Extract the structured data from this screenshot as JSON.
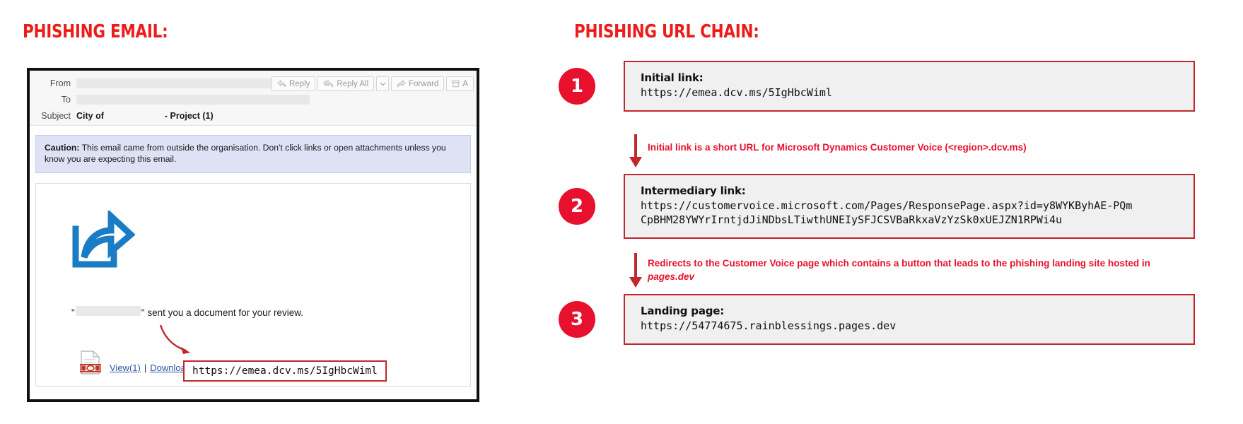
{
  "headings": {
    "left": "PHISHING EMAIL:",
    "right": "PHISHING URL CHAIN:"
  },
  "email": {
    "fields": {
      "from_label": "From",
      "to_label": "To",
      "subject_label": "Subject",
      "subject_prefix": "City of",
      "subject_suffix": "- Project (1)"
    },
    "toolbar": {
      "reply": "Reply",
      "reply_all": "Reply All",
      "forward": "Forward",
      "more": "A"
    },
    "caution": {
      "prefix": "Caution:",
      "text": " This email came from outside the organisation. Don't click links or open attachments unless you know you are expecting this email."
    },
    "body": {
      "sent_text_open": "\"",
      "sent_text": "\" sent you a document for your review.",
      "view_link": "View(1)",
      "separator": "|",
      "download_link": "Download(2)"
    },
    "callout_url": "https://emea.dcv.ms/5IgHbcWiml"
  },
  "chain": {
    "steps": [
      {
        "number": "1",
        "title": "Initial link:",
        "url": "https://emea.dcv.ms/5IgHbcWiml"
      },
      {
        "number": "2",
        "title": "Intermediary link:",
        "url": "https://customervoice.microsoft.com/Pages/ResponsePage.aspx?id=y8WYKByhAE-PQmCpBHM28YWYrIrntjdJiNDbsLTiwthUNEIySFJCSVBaRkxaVzYzSk0xUEJZN1RPWi4u"
      },
      {
        "number": "3",
        "title": "Landing page:",
        "url": "https://54774675.rainblessings.pages.dev"
      }
    ],
    "notes": [
      {
        "text": "Initial link is a short URL for Microsoft Dynamics Customer Voice (<region>.dcv.ms)"
      },
      {
        "text_a": "Redirects to the Customer Voice page which contains a button that leads to the phishing landing site hosted in ",
        "text_b": "pages.dev"
      }
    ]
  },
  "colors": {
    "red_heading": "#ee1b1b",
    "badge_red": "#e8112d",
    "box_border": "#c1272d",
    "box_fill": "#f0f0f0",
    "link_blue": "#2a57a5"
  }
}
